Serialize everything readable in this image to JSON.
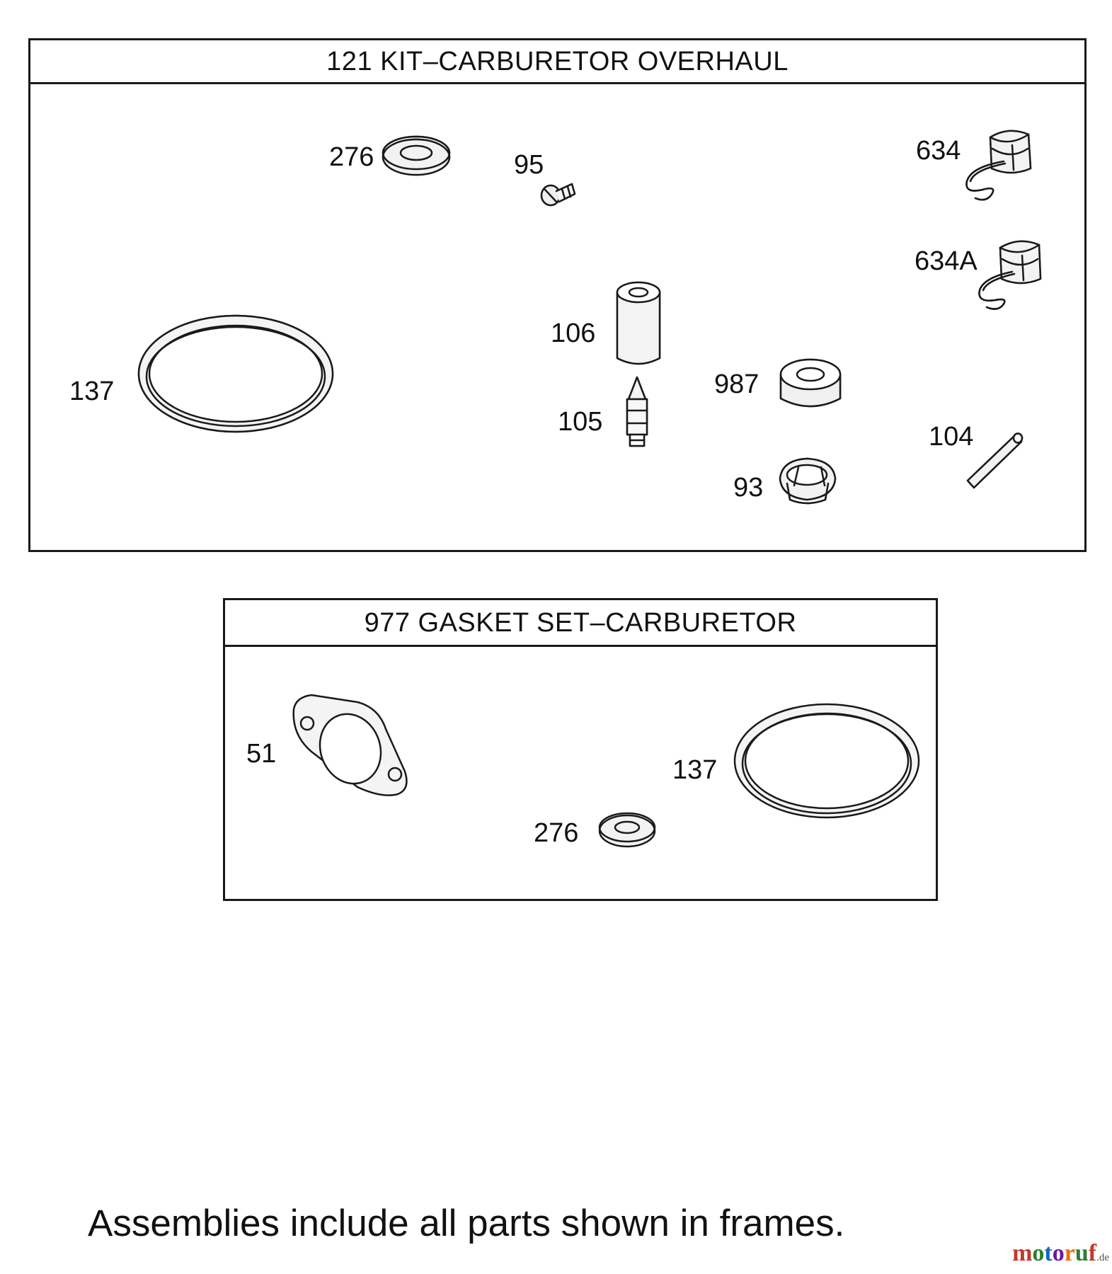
{
  "kit_frame": {
    "title": "121 KIT–CARBURETOR OVERHAUL",
    "labels": {
      "p276": "276",
      "p95": "95",
      "p634": "634",
      "p634a": "634A",
      "p137": "137",
      "p106": "106",
      "p105": "105",
      "p987": "987",
      "p104": "104",
      "p93": "93"
    }
  },
  "gasket_frame": {
    "title": "977 GASKET SET–CARBURETOR",
    "labels": {
      "p51": "51",
      "p137": "137",
      "p276": "276"
    }
  },
  "footnote": "Assemblies include all parts shown in frames.",
  "watermark": {
    "text": "motoruf",
    "suffix": ".de",
    "letter_colors": [
      "#c0392b",
      "#2e7d32",
      "#1565c0",
      "#6a1b9a",
      "#ef6c00",
      "#2e7d32",
      "#c0392b"
    ]
  },
  "colors": {
    "line": "#1a1a1a",
    "fill_light": "#ececec"
  }
}
